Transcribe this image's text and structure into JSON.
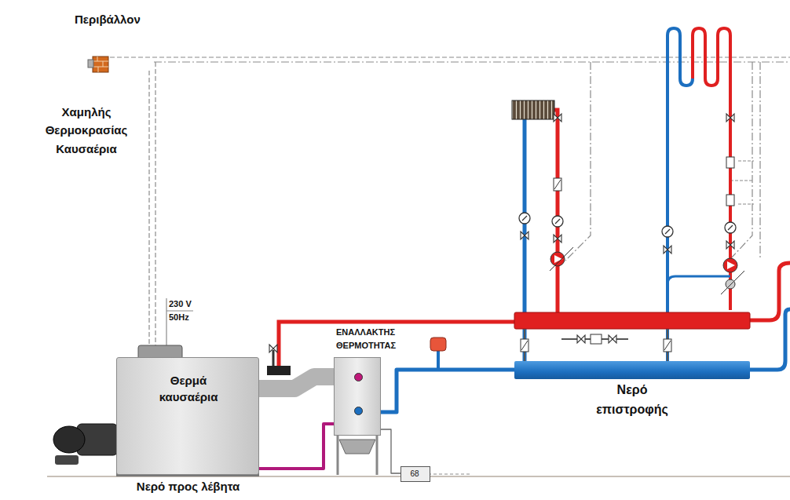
{
  "diagram": {
    "nodes": [
      {
        "text": [
          "Θερμά καυσαέρια"
        ]
      },
      {
        "text": [
          "ΕΝΑΛΛΑΚΤΗΣ ΘΕΡΜΟΤΗΤΑΣ"
        ]
      },
      {
        "text": [
          "Νερό επιστροφής"
        ]
      },
      {
        "text": [
          "68"
        ]
      }
    ],
    "edges": [
      {
        "from": 0,
        "to": 1,
        "arrow": "none"
      },
      {
        "from": 1,
        "to": 2,
        "arrow": "none"
      },
      {
        "from": 1,
        "to": 0,
        "label": "Νερό προς λέβητα",
        "arrow": "none"
      },
      {
        "from": 1,
        "to": 3,
        "arrow": "none"
      }
    ],
    "labels": [
      "Περιβάλλον",
      "Χαμηλής Θερμοκρασίας Καυσαέρια",
      "230 V",
      "50Hz"
    ]
  }
}
